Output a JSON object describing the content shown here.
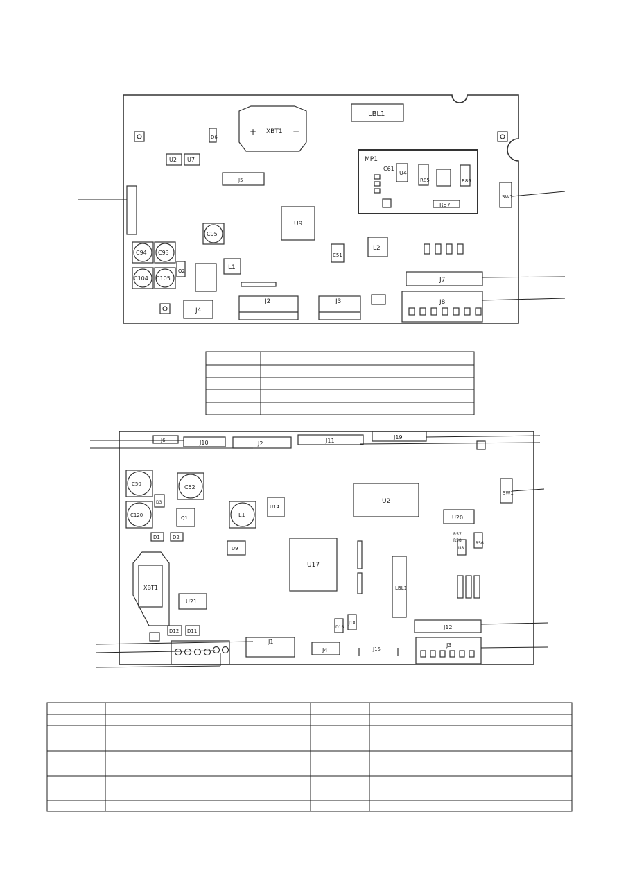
{
  "board_top": {
    "labels": {
      "lbl1": "LBL1",
      "xbt1": "XBT1",
      "xbt1_plus": "+",
      "xbt1_minus": "−",
      "mp1": "MP1",
      "c61": "C61",
      "u4": "U4",
      "r85": "R85",
      "r86": "R86",
      "r87": "R87",
      "u2": "U2",
      "u7": "U7",
      "d6": "D6",
      "j5": "J5",
      "u9": "U9",
      "c95": "C95",
      "c94": "C94",
      "c93": "C93",
      "c104": "C104",
      "c105": "C105",
      "l1": "L1",
      "l2": "L2",
      "c51": "C51",
      "j7": "J7",
      "j8": "J8",
      "j2": "J2",
      "j3": "J3",
      "j4": "J4",
      "sw": "SW1",
      "q2": "Q2"
    }
  },
  "board_bottom": {
    "labels": {
      "j6": "J6",
      "j10": "J10",
      "j2": "J2",
      "j11": "J11",
      "j19": "J19",
      "c52": "C52",
      "c50": "C50",
      "c120": "C120",
      "u14": "U14",
      "u2": "U2",
      "u20": "U20",
      "u17": "U17",
      "lbl1": "LBL1",
      "xbt1": "XBT1",
      "u21": "U21",
      "j12": "J12",
      "j3": "J3",
      "j1": "J1",
      "j4": "J4",
      "j15": "J15",
      "d12": "D12",
      "d11": "D11",
      "sw": "SW1",
      "l1": "L1",
      "q1": "Q1",
      "u9": "U9",
      "u8": "U8",
      "d1": "D1",
      "d2": "D2",
      "d16": "D16",
      "j18": "J18",
      "d3": "D3",
      "r57": "R57",
      "r58": "R58",
      "r56": "R56"
    }
  }
}
